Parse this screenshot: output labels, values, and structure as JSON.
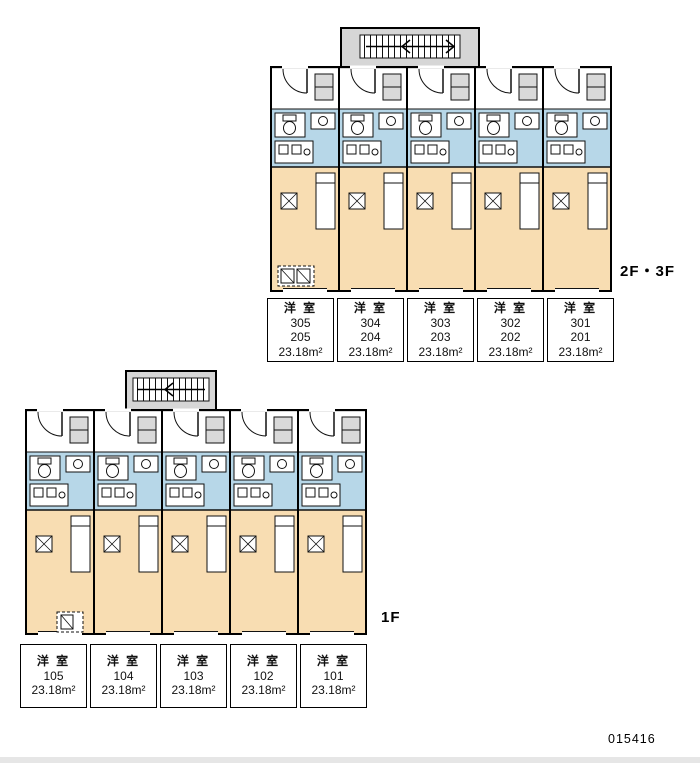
{
  "page": {
    "background": "#ffffff",
    "ref_number": "015416"
  },
  "colors": {
    "building_fill": "#d6d6d6",
    "wet_area_fill": "#b7d7e8",
    "room_fill": "#f8ddb2",
    "wall_stroke": "#000000",
    "text": "#111111"
  },
  "floor_plans": [
    {
      "label": "2F・3F",
      "units": [
        {
          "room_type": "洋 室",
          "numbers": [
            "305",
            "205"
          ],
          "area": "23.18m²"
        },
        {
          "room_type": "洋 室",
          "numbers": [
            "304",
            "204"
          ],
          "area": "23.18m²"
        },
        {
          "room_type": "洋 室",
          "numbers": [
            "303",
            "203"
          ],
          "area": "23.18m²"
        },
        {
          "room_type": "洋 室",
          "numbers": [
            "302",
            "202"
          ],
          "area": "23.18m²"
        },
        {
          "room_type": "洋 室",
          "numbers": [
            "301",
            "201"
          ],
          "area": "23.18m²"
        }
      ]
    },
    {
      "label": "1F",
      "units": [
        {
          "room_type": "洋 室",
          "numbers": [
            "105"
          ],
          "area": "23.18m²"
        },
        {
          "room_type": "洋 室",
          "numbers": [
            "104"
          ],
          "area": "23.18m²"
        },
        {
          "room_type": "洋 室",
          "numbers": [
            "103"
          ],
          "area": "23.18m²"
        },
        {
          "room_type": "洋 室",
          "numbers": [
            "102"
          ],
          "area": "23.18m²"
        },
        {
          "room_type": "洋 室",
          "numbers": [
            "101"
          ],
          "area": "23.18m²"
        }
      ]
    }
  ]
}
